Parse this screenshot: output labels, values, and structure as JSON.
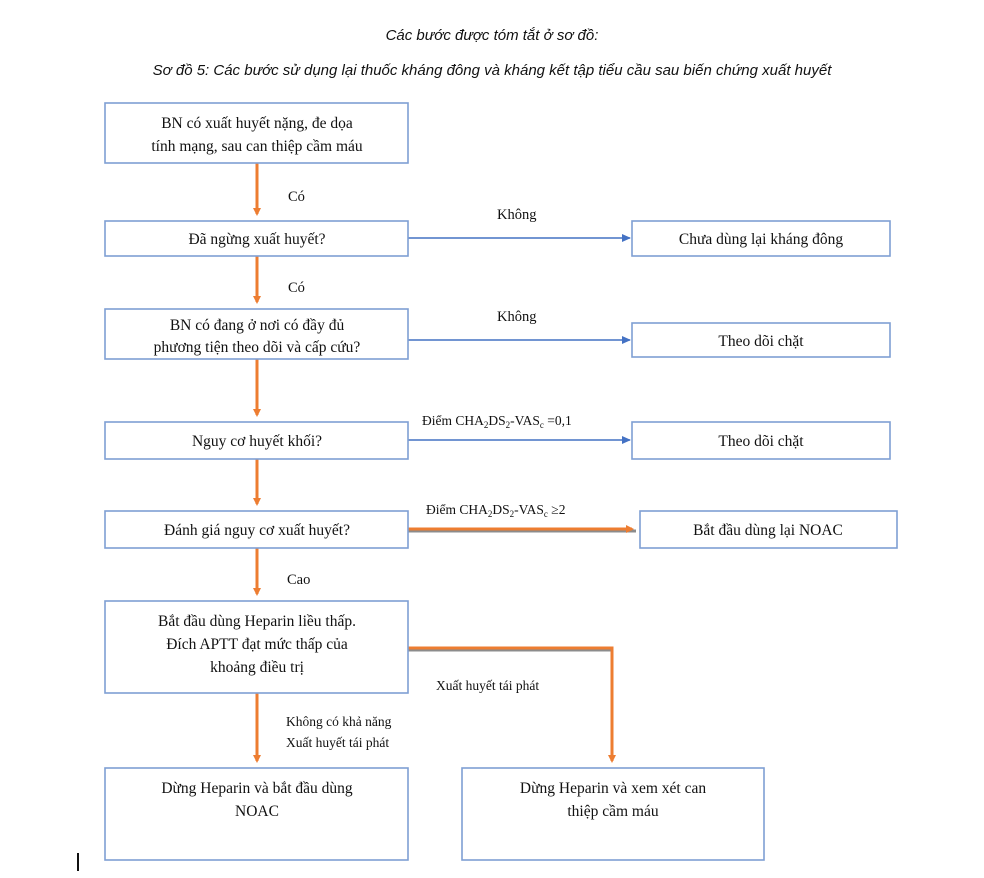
{
  "caption": {
    "intro": "Các bước được tóm tắt ở sơ đồ:",
    "title": "Sơ đồ 5: Các bước sử dụng lại thuốc kháng đông và kháng kết tập tiểu cầu sau biến chứng xuất huyết"
  },
  "colors": {
    "box_border": "#7f9fd3",
    "main_arrow": "#ed7d31",
    "side_arrow": "#4472c4"
  },
  "nodes": {
    "start": [
      "BN có xuất huyết nặng, đe dọa",
      "tính mạng, sau can thiệp cầm máu"
    ],
    "bleeding_stopped": [
      "Đã ngừng xuất huyết?"
    ],
    "facility": [
      "BN có đang ở nơi có đầy đủ",
      "phương tiện theo dõi và cấp cứu?"
    ],
    "thrombosis_risk": [
      "Nguy cơ huyết khối?"
    ],
    "bleeding_risk": [
      "Đánh giá nguy cơ xuất huyết?"
    ],
    "heparin": [
      "Bắt đầu dùng Heparin liều thấp.",
      "Đích APTT đạt mức thấp của",
      "khoảng điều trị"
    ],
    "stop_heparin_noac": [
      "Dừng Heparin và bắt đầu dùng",
      "NOAC"
    ],
    "stop_heparin_hemostasis": [
      "Dừng Heparin và xem xét can",
      "thiệp cầm máu"
    ],
    "no_anticoag": [
      "Chưa dùng lại kháng đông"
    ],
    "monitor_1": [
      "Theo dõi chặt"
    ],
    "monitor_2": [
      "Theo dõi chặt"
    ],
    "restart_noac": [
      "Bắt đầu dùng lại NOAC"
    ]
  },
  "edge_labels": {
    "yes_1": "Có",
    "yes_2": "Có",
    "no_1": "Không",
    "no_2": "Không",
    "score_low_prefix": "Điểm CHA",
    "score_low_sub1": "2",
    "score_low_mid": "DS",
    "score_low_sub2": "2",
    "score_low_vas": "-VAS",
    "score_low_sub3": "c",
    "score_low_suffix": " =0,1",
    "score_high_prefix": "Điểm CHA",
    "score_high_sub1": "2",
    "score_high_mid": "DS",
    "score_high_sub2": "2",
    "score_high_vas": "-VAS",
    "score_high_sub3": "c",
    "score_high_suffix": " ≥2",
    "high": "Cao",
    "recurrent": "Xuất huyết tái phát",
    "no_recurrence_1": "Không có khả năng",
    "no_recurrence_2": "Xuất huyết tái phát"
  }
}
